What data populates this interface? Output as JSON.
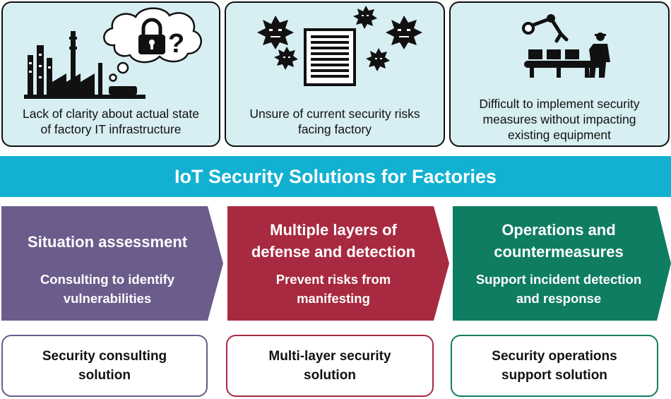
{
  "challenges": [
    {
      "text": "Lack of clarity about actual state\nof factory IT infrastructure",
      "icon": "factory-lock-icon"
    },
    {
      "text": "Unsure of current security risks\nfacing factory",
      "icon": "virus-server-icon"
    },
    {
      "text": "Difficult to implement security\nmeasures without impacting\nexisting equipment",
      "icon": "robot-arm-worker-icon"
    }
  ],
  "banner": {
    "title": "IoT Security Solutions for Factories"
  },
  "steps": [
    {
      "title": "Situation assessment",
      "subtitle": "Consulting to identify\nvulnerabilities",
      "color": "#6b5c8c"
    },
    {
      "title": "Multiple layers of\ndefense and detection",
      "subtitle": "Prevent risks from\nmanifesting",
      "color": "#a82a40"
    },
    {
      "title": "Operations and\ncountermeasures",
      "subtitle": "Support incident detection\nand response",
      "color": "#0f7d62"
    }
  ],
  "solutions": [
    {
      "label": "Security consulting\nsolution",
      "border_color": "#6b5c8c"
    },
    {
      "label": "Multi-layer security\nsolution",
      "border_color": "#a82a40"
    },
    {
      "label": "Security operations\nsupport solution",
      "border_color": "#0f7d62"
    }
  ],
  "colors": {
    "banner": "#12b1d2",
    "card_bg": "#d7eef2"
  }
}
